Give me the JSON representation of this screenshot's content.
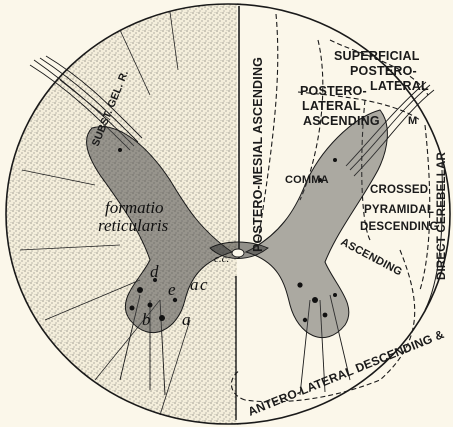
{
  "labels": {
    "superficial": "SUPERFICIAL",
    "postero_1": "POSTERO-",
    "lateral_1": "LATERAL",
    "postero_2": "POSTERO-",
    "lateral_2": "LATERAL",
    "ascending_1": "ASCENDING",
    "m": "M",
    "postero_mesial_ascending": "POSTERO-MESIAL ASCENDING",
    "comma": "COMMA",
    "crossed": "CROSSED",
    "pyramidal": "PYRAMIDAL",
    "descending": "DESCENDING",
    "ascending_2": "ASCENDING",
    "direct_cerebellar": "DIRECT CEREBELLAR",
    "antero_lateral_descending": "ANTERO-LATERAL DESCENDING &",
    "subst_gel": "SUBST. GEL. R.",
    "formatio": "formatio",
    "reticularis": "reticularis",
    "letter_d": "d",
    "letter_e": "e",
    "letter_a": "a",
    "letter_c": "c",
    "letter_b": "b",
    "letter_a2": "a",
    "cc": "c.c."
  },
  "colors": {
    "ink": "#1a1a1a",
    "paper": "#fbf7ea",
    "stipple": "#2a2a2a",
    "grey_matter": "#3a3a3a"
  }
}
